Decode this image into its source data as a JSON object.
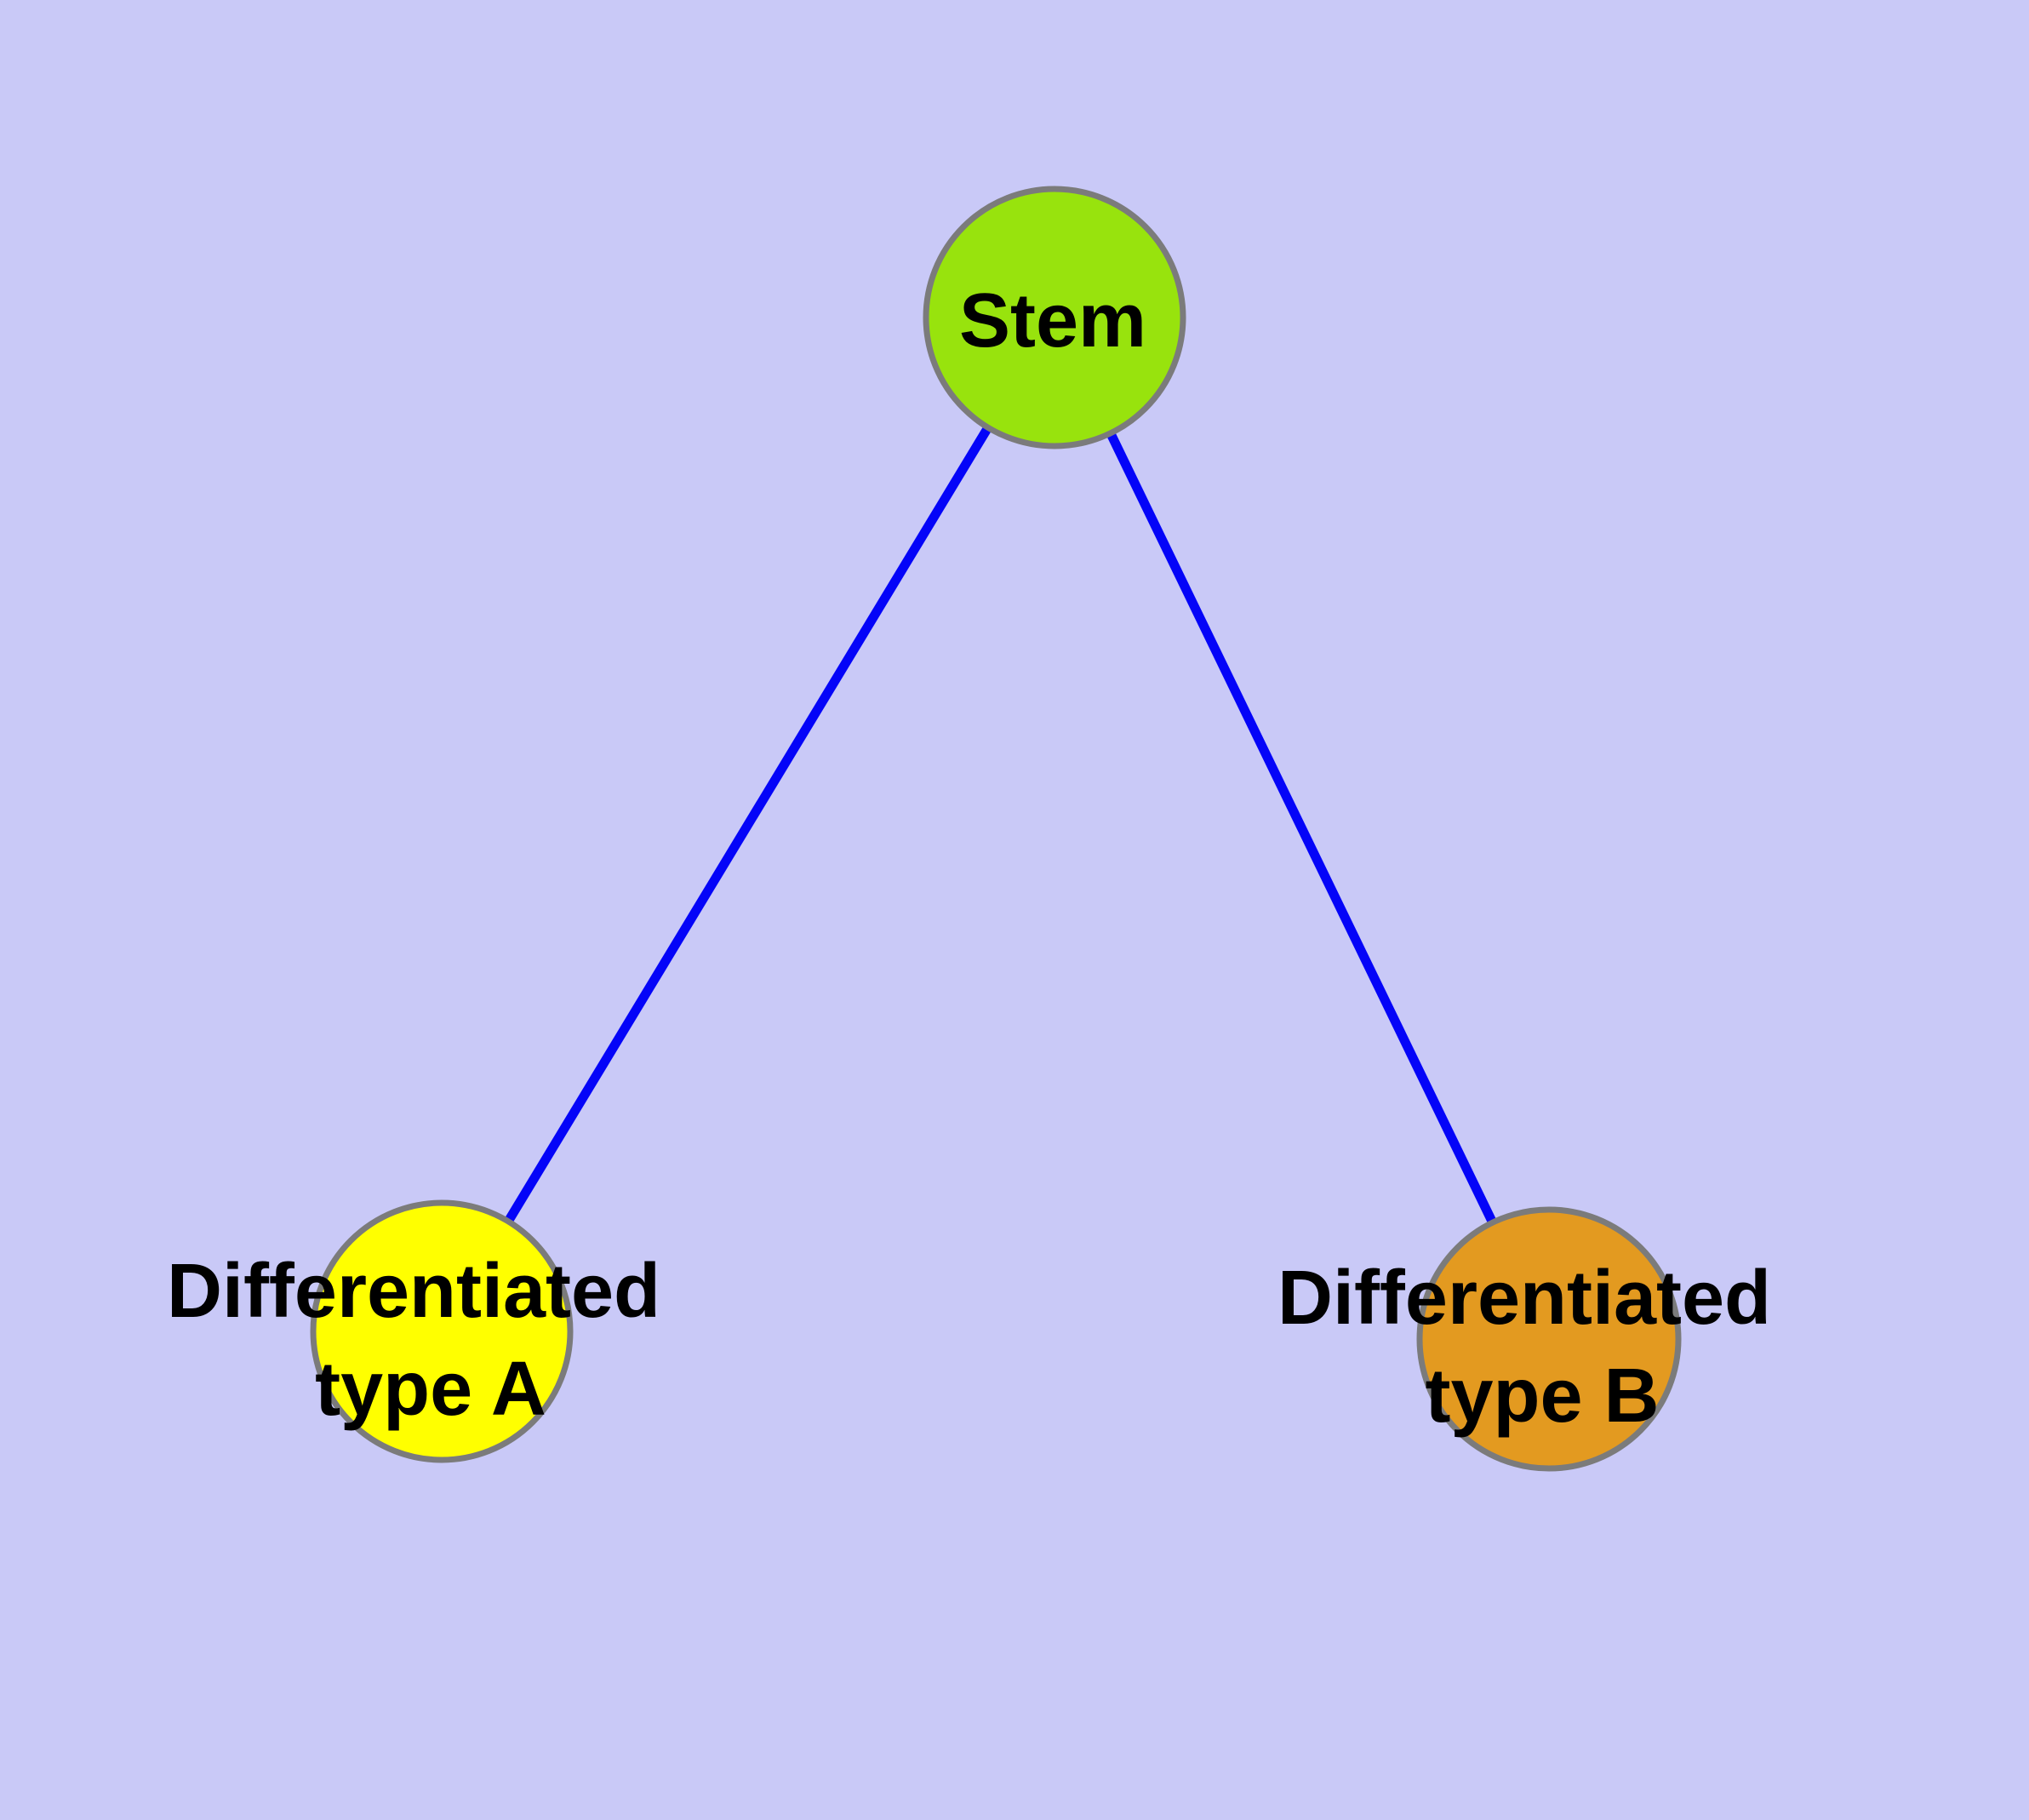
{
  "diagram": {
    "type": "node-link-graph",
    "colors": {
      "background": "#C9C9F7",
      "edge": "#0404F8",
      "node_border": "#7B7B7B",
      "label_text": "#000000"
    },
    "nodes": [
      {
        "id": "stem",
        "label": "Stem",
        "fill": "#98E30D"
      },
      {
        "id": "differentiated-type-a",
        "label": "Differentiated type A",
        "label_line1": "Differentiated",
        "label_line2": "type A",
        "fill": "#FFFF00"
      },
      {
        "id": "differentiated-type-b",
        "label": "Differentiated type B",
        "label_line1": "Differentiated",
        "label_line2": "type B",
        "fill": "#E39A20"
      }
    ],
    "edges": [
      {
        "from": "stem",
        "to": "differentiated-type-a"
      },
      {
        "from": "stem",
        "to": "differentiated-type-b"
      }
    ]
  }
}
